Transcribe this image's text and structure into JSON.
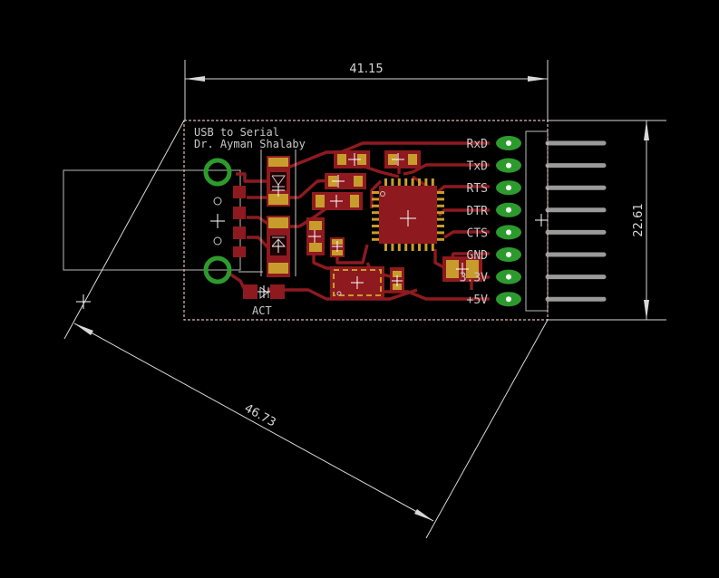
{
  "board": {
    "title_line1": "USB to Serial",
    "title_line2": "Dr. Ayman Shalaby",
    "led_label": "ACT"
  },
  "dimensions": {
    "width": "41.15",
    "height": "22.61",
    "diagonal": "46.73"
  },
  "header_pins": [
    {
      "label": "RxD"
    },
    {
      "label": "TxD"
    },
    {
      "label": "RTS"
    },
    {
      "label": "DTR"
    },
    {
      "label": "CTS"
    },
    {
      "label": "GND"
    },
    {
      "label": "3.3V"
    },
    {
      "label": "+5V"
    }
  ],
  "colors": {
    "background": "#000000",
    "copper": "#8e1a1f",
    "pad": "#c89c2c",
    "via_ring": "#2d9a2d",
    "silkscreen": "#c8c8c8",
    "outline": "#d0b0b0",
    "dimension": "#d8d8d8"
  }
}
